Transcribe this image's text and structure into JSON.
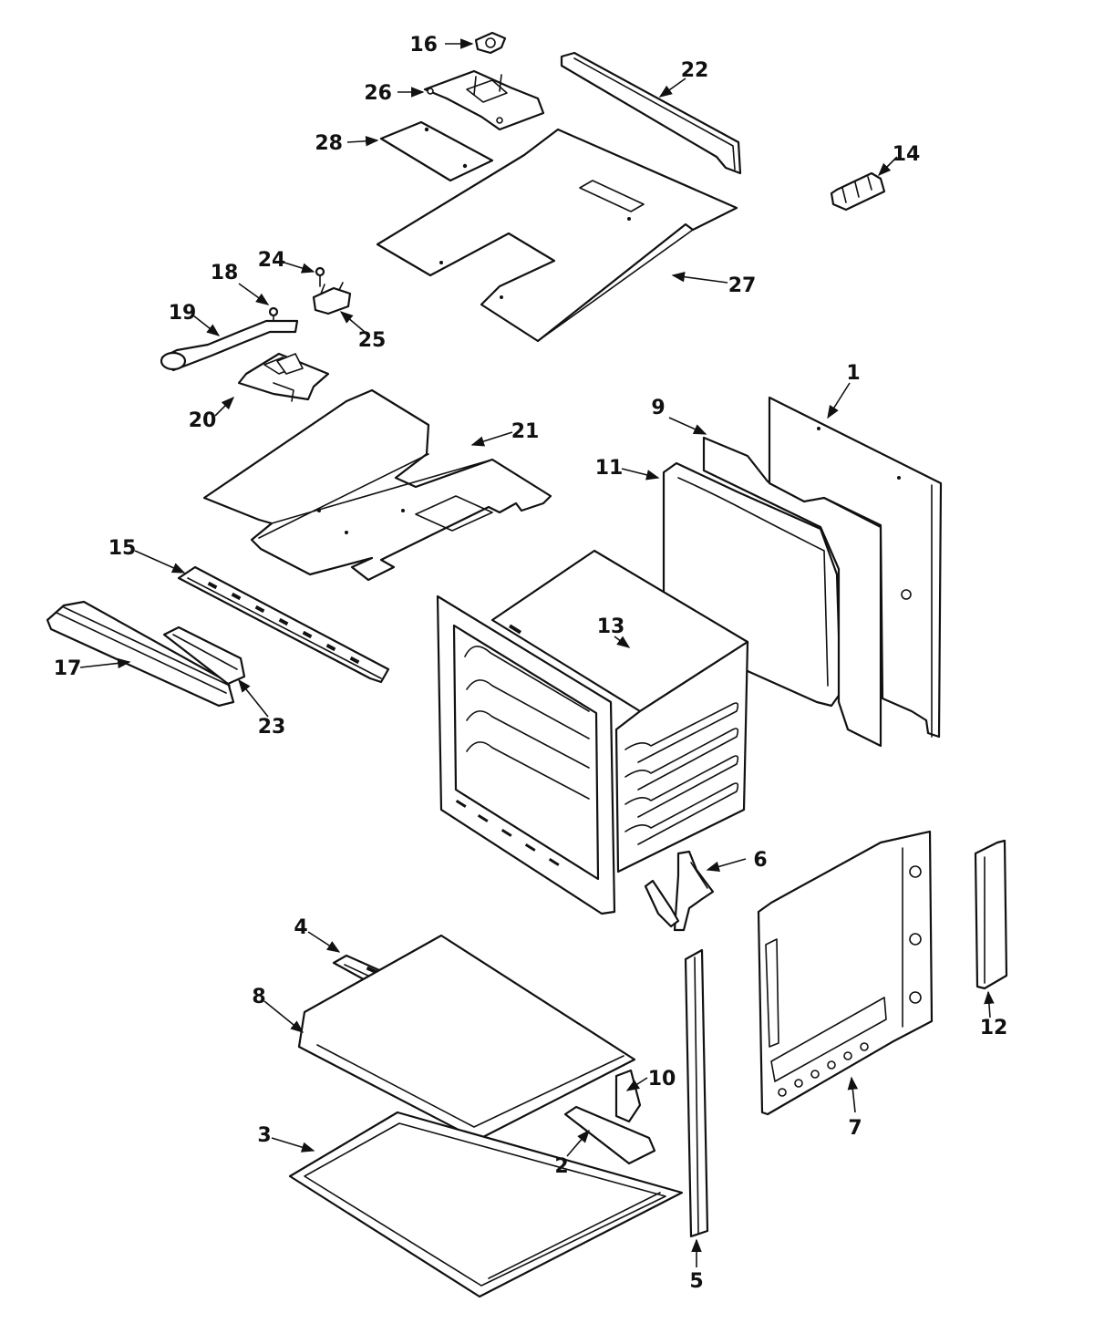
{
  "callouts": [
    {
      "id": "p1",
      "label": "1"
    },
    {
      "id": "p2",
      "label": "2"
    },
    {
      "id": "p3",
      "label": "3"
    },
    {
      "id": "p4",
      "label": "4"
    },
    {
      "id": "p5",
      "label": "5"
    },
    {
      "id": "p6",
      "label": "6"
    },
    {
      "id": "p7",
      "label": "7"
    },
    {
      "id": "p8",
      "label": "8"
    },
    {
      "id": "p9",
      "label": "9"
    },
    {
      "id": "p10",
      "label": "10"
    },
    {
      "id": "p11",
      "label": "11"
    },
    {
      "id": "p12",
      "label": "12"
    },
    {
      "id": "p13",
      "label": "13"
    },
    {
      "id": "p14",
      "label": "14"
    },
    {
      "id": "p15",
      "label": "15"
    },
    {
      "id": "p16",
      "label": "16"
    },
    {
      "id": "p17",
      "label": "17"
    },
    {
      "id": "p18",
      "label": "18"
    },
    {
      "id": "p19",
      "label": "19"
    },
    {
      "id": "p20",
      "label": "20"
    },
    {
      "id": "p21",
      "label": "21"
    },
    {
      "id": "p22",
      "label": "22"
    },
    {
      "id": "p23",
      "label": "23"
    },
    {
      "id": "p24",
      "label": "24"
    },
    {
      "id": "p25",
      "label": "25"
    },
    {
      "id": "p26",
      "label": "26"
    },
    {
      "id": "p27",
      "label": "27"
    },
    {
      "id": "p28",
      "label": "28"
    }
  ]
}
